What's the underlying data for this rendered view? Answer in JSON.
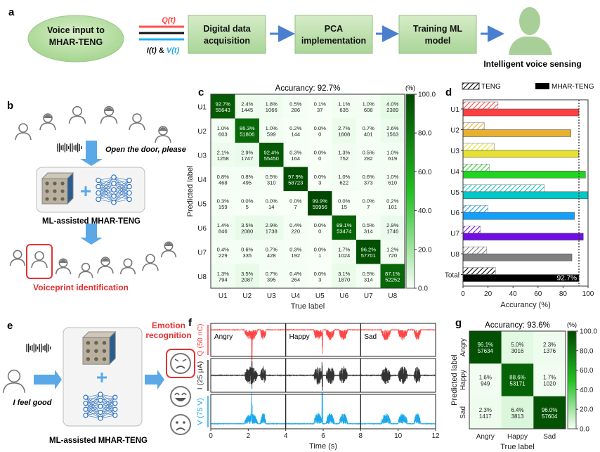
{
  "panel_labels": {
    "a": "a",
    "b": "b",
    "c": "c",
    "d": "d",
    "e": "e",
    "f": "f",
    "g": "g"
  },
  "workflow": {
    "input_line1": "Voice input to",
    "input_line2": "MHAR-TENG",
    "signal_q": "Q(t)",
    "signal_i": "I(t)",
    "signal_amp": " & ",
    "signal_v": "V(t)",
    "steps": [
      {
        "line1": "Digital data",
        "line2": "acquisition"
      },
      {
        "line1": "PCA",
        "line2": "implementation"
      },
      {
        "line1": "Training ML",
        "line2": "model"
      }
    ],
    "output": "Intelligent voice sensing"
  },
  "panel_b": {
    "speech": "Open the door, please",
    "device_label": "ML-assisted MHAR-TENG",
    "result": "Voiceprint identification"
  },
  "panel_e": {
    "speech": "I feel good",
    "device_label": "ML-assisted MHAR-TENG",
    "result_line1": "Emotion",
    "result_line2": "recognition",
    "faces": [
      "angry-face-icon",
      "happy-face-icon",
      "sad-face-icon"
    ]
  },
  "colors": {
    "box_green": "#bfe0b0",
    "arrow_blue": "#4a7fd0",
    "highlight_red": "#e53030",
    "q_red": "#ff4545",
    "i_dark": "#333333",
    "v_blue": "#1aa8ec"
  },
  "chart_data": [
    {
      "id": "c",
      "type": "heatmap",
      "title": "Accurancy: 92.7%",
      "xlabel": "True label",
      "ylabel": "Predicted label",
      "categories": [
        "U1",
        "U2",
        "U3",
        "U4",
        "U5",
        "U6",
        "U7",
        "U8"
      ],
      "percent": [
        [
          "92.7%",
          "2.4%",
          "1.8%",
          "0.5%",
          "0.1%",
          "1.1%",
          "1.0%",
          "4.0%"
        ],
        [
          "1.0%",
          "86.3%",
          "1.0%",
          "0.2%",
          "0.0%",
          "2.7%",
          "0.7%",
          "2.6%"
        ],
        [
          "2.1%",
          "2.9%",
          "92.4%",
          "0.3%",
          "0.0%",
          "1.3%",
          "0.5%",
          "1.0%"
        ],
        [
          "0.8%",
          "0.8%",
          "0.5%",
          "97.9%",
          "0.0%",
          "1.0%",
          "0.6%",
          "1.0%"
        ],
        [
          "0.3%",
          "0.0%",
          "0.0%",
          "0.0%",
          "99.9%",
          "0.0%",
          "0.0%",
          "0.2%"
        ],
        [
          "1.4%",
          "3.5%",
          "2.9%",
          "0.4%",
          "0.0%",
          "89.1%",
          "0.5%",
          "2.9%"
        ],
        [
          "0.4%",
          "0.6%",
          "0.7%",
          "0.3%",
          "0.0%",
          "1.7%",
          "96.2%",
          "1.2%"
        ],
        [
          "1.3%",
          "3.5%",
          "0.7%",
          "0.4%",
          "0.0%",
          "3.1%",
          "0.5%",
          "87.1%"
        ]
      ],
      "counts": [
        [
          55643,
          1445,
          1066,
          286,
          37,
          635,
          608,
          2389
        ],
        [
          603,
          51806,
          599,
          144,
          0,
          1608,
          401,
          1563
        ],
        [
          1258,
          1747,
          55450,
          164,
          0,
          752,
          282,
          619
        ],
        [
          468,
          495,
          310,
          58723,
          3,
          622,
          373,
          610
        ],
        [
          159,
          5,
          14,
          7,
          59956,
          15,
          7,
          101
        ],
        [
          846,
          2080,
          1738,
          220,
          0,
          53474,
          314,
          1746
        ],
        [
          229,
          335,
          428,
          192,
          1,
          1024,
          57701,
          720
        ],
        [
          794,
          2087,
          395,
          264,
          3,
          1870,
          314,
          52252
        ]
      ],
      "colorbar": {
        "label": "(%)",
        "range": [
          0,
          100
        ],
        "ticks": [
          "0.0",
          "20.0",
          "40.0",
          "60.0",
          "80.0",
          "100.0"
        ]
      }
    },
    {
      "id": "d",
      "type": "bar",
      "orientation": "horizontal",
      "categories": [
        "U1",
        "U2",
        "U3",
        "U4",
        "U5",
        "U6",
        "U7",
        "U8",
        "Total"
      ],
      "series": [
        {
          "name": "TENG",
          "pattern": "hatched",
          "values": [
            28,
            17,
            25,
            21,
            65,
            20,
            14,
            19,
            26
          ]
        },
        {
          "name": "MHAR-TENG",
          "pattern": "solid",
          "values": [
            92.7,
            86.3,
            92.4,
            97.9,
            99.9,
            89.1,
            96.2,
            87.1,
            92.7
          ]
        }
      ],
      "category_colors": [
        "#ff4040",
        "#e8b030",
        "#e6e030",
        "#22d422",
        "#00c8c8",
        "#10a0ff",
        "#7010e0",
        "#808080",
        "#000000"
      ],
      "xlabel": "Accurancy (%)",
      "xlim": [
        0,
        100
      ],
      "xticks": [
        "0",
        "20",
        "40",
        "60",
        "80",
        "100"
      ],
      "reference_line": 92.7,
      "annotation": "92.7%",
      "legend": "top"
    },
    {
      "id": "f",
      "type": "line",
      "xlabel": "Time (s)",
      "xlim": [
        0,
        12
      ],
      "xticks": [
        "0",
        "2",
        "4",
        "6",
        "8",
        "10",
        "12"
      ],
      "panels": [
        {
          "ylabel": "Q (50 nC)",
          "color": "#ff4545",
          "direction": "down"
        },
        {
          "ylabel": "I (25 μA)",
          "color": "#333333",
          "direction": "both"
        },
        {
          "ylabel": "V (75 V)",
          "color": "#1aa8ec",
          "direction": "up"
        }
      ],
      "segments": [
        {
          "label": "Angry",
          "range": [
            0,
            4
          ],
          "bursts": [
            [
              1.8,
              2.5
            ],
            [
              2.65,
              2.95
            ]
          ],
          "spike": 2.2
        },
        {
          "label": "Happy",
          "range": [
            4,
            8
          ],
          "bursts": [
            [
              5.5,
              5.95
            ],
            [
              6.15,
              6.6
            ],
            [
              6.85,
              7.3
            ]
          ],
          "spike": 5.95
        },
        {
          "label": "Sad",
          "range": [
            8,
            12
          ],
          "bursts": [
            [
              9.1,
              9.6
            ],
            [
              10.0,
              10.5
            ],
            [
              10.85,
              11.2
            ]
          ],
          "spike": null
        }
      ]
    },
    {
      "id": "g",
      "type": "heatmap",
      "title": "Accurancy: 93.6%",
      "xlabel": "True label",
      "ylabel": "Predicted label",
      "categories": [
        "Angry",
        "Happy",
        "Sad"
      ],
      "percent": [
        [
          "96.1%",
          "5.0%",
          "2.3%"
        ],
        [
          "1.6%",
          "88.6%",
          "1.7%"
        ],
        [
          "2.3%",
          "6.4%",
          "96.0%"
        ]
      ],
      "counts": [
        [
          57634,
          3016,
          1376
        ],
        [
          949,
          53171,
          1020
        ],
        [
          1417,
          3813,
          57604
        ]
      ],
      "colorbar": {
        "label": "(%)",
        "range": [
          0,
          100
        ],
        "ticks": [
          "0.0",
          "20.0",
          "40.0",
          "60.0",
          "80.0",
          "100.0"
        ]
      }
    }
  ]
}
